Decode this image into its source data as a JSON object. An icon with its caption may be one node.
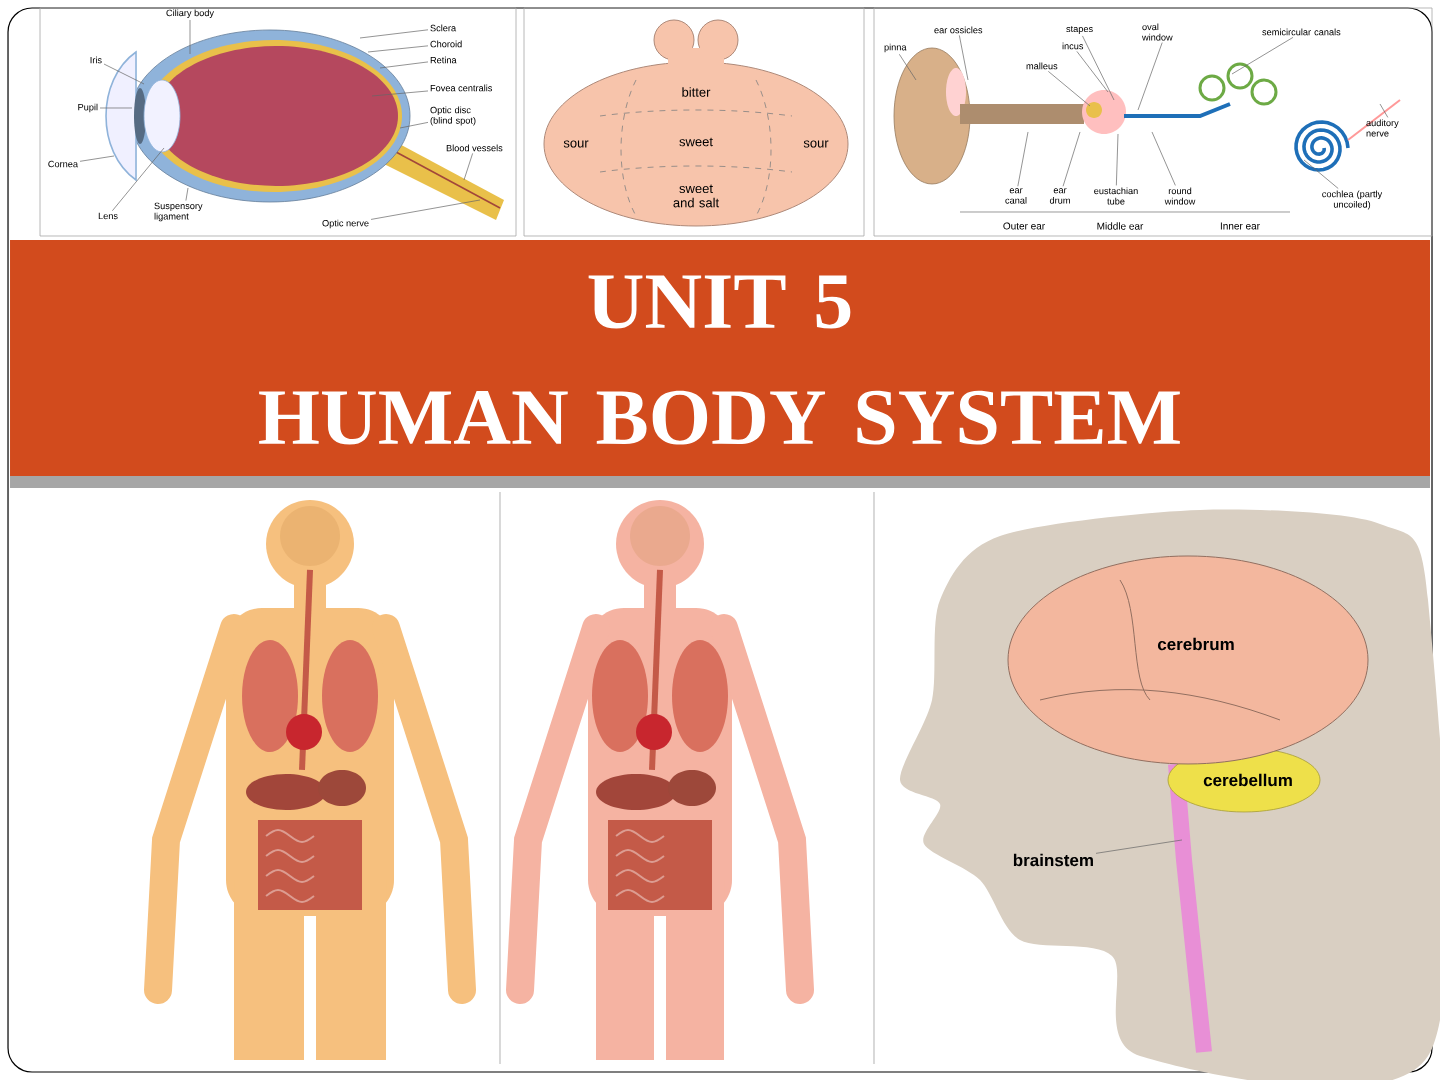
{
  "diagram": {
    "title": "UNIT 5 HUMAN BODY SYSTEM",
    "nodes": [
      {
        "text": [
          "Ciliary body"
        ]
      },
      {
        "text": [
          "Sclera"
        ]
      },
      {
        "text": [
          "Choroid"
        ]
      },
      {
        "text": [
          "Retina"
        ]
      },
      {
        "text": [
          "Iris"
        ]
      },
      {
        "text": [
          "Pupil"
        ]
      },
      {
        "text": [
          "Fovea centralis"
        ]
      },
      {
        "text": [
          "Optic disc (blind spot)"
        ]
      },
      {
        "text": [
          "Blood vessels"
        ]
      },
      {
        "text": [
          "Cornea"
        ]
      },
      {
        "text": [
          "Lens"
        ]
      },
      {
        "text": [
          "Suspensory ligament"
        ]
      },
      {
        "text": [
          "Optic nerve"
        ]
      },
      {
        "text": [
          "pinna"
        ]
      },
      {
        "text": [
          "ear ossicles"
        ]
      },
      {
        "text": [
          "stapes"
        ]
      },
      {
        "text": [
          "incus"
        ]
      },
      {
        "text": [
          "malleus"
        ]
      },
      {
        "text": [
          "oval window"
        ]
      },
      {
        "text": [
          "semicircular canals"
        ]
      },
      {
        "text": [
          "auditory nerve"
        ]
      },
      {
        "text": [
          "ear canal"
        ]
      },
      {
        "text": [
          "ear drum"
        ]
      },
      {
        "text": [
          "eustachian tube"
        ]
      },
      {
        "text": [
          "round window"
        ]
      },
      {
        "text": [
          "cochlea (partly uncoiled)"
        ]
      },
      {
        "text": [
          "brainstem"
        ]
      }
    ],
    "edges": [
      {
        "from": 0,
        "to": null,
        "arrow": "none"
      },
      {
        "from": 1,
        "to": null,
        "arrow": "none"
      },
      {
        "from": 2,
        "to": null,
        "arrow": "none"
      },
      {
        "from": 3,
        "to": null,
        "arrow": "none"
      },
      {
        "from": 4,
        "to": null,
        "arrow": "none"
      },
      {
        "from": 5,
        "to": null,
        "arrow": "none"
      },
      {
        "from": 6,
        "to": null,
        "arrow": "none"
      },
      {
        "from": 7,
        "to": null,
        "arrow": "none"
      },
      {
        "from": 8,
        "to": null,
        "arrow": "none"
      },
      {
        "from": 9,
        "to": null,
        "arrow": "none"
      },
      {
        "from": 10,
        "to": null,
        "arrow": "none"
      },
      {
        "from": 11,
        "to": null,
        "arrow": "none"
      },
      {
        "from": 12,
        "to": null,
        "arrow": "none"
      },
      {
        "from": 13,
        "to": null,
        "arrow": "none"
      },
      {
        "from": 14,
        "to": null,
        "arrow": "none"
      },
      {
        "from": 15,
        "to": null,
        "arrow": "none"
      },
      {
        "from": 16,
        "to": null,
        "arrow": "none"
      },
      {
        "from": 17,
        "to": null,
        "arrow": "none"
      },
      {
        "from": 18,
        "to": null,
        "arrow": "none"
      },
      {
        "from": 19,
        "to": null,
        "arrow": "none"
      },
      {
        "from": 20,
        "to": null,
        "arrow": "none"
      },
      {
        "from": 21,
        "to": null,
        "arrow": "none"
      },
      {
        "from": 22,
        "to": null,
        "arrow": "none"
      },
      {
        "from": 23,
        "to": null,
        "arrow": "none"
      },
      {
        "from": 24,
        "to": null,
        "arrow": "none"
      },
      {
        "from": 25,
        "to": null,
        "arrow": "none"
      },
      {
        "from": 26,
        "to": null,
        "arrow": "none"
      }
    ],
    "labels": [
      "bitter",
      "sour",
      "sweet",
      "sour",
      "sweet and salt",
      "Outer ear",
      "Middle ear",
      "Inner ear",
      "cerebrum",
      "cerebellum"
    ]
  }
}
